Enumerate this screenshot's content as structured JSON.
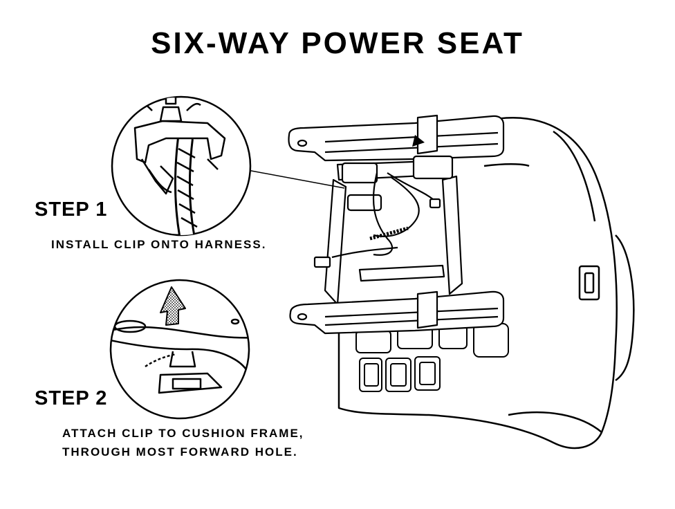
{
  "title": "SIX-WAY POWER SEAT",
  "steps": [
    {
      "heading": "STEP 1",
      "text": "INSTALL CLIP ONTO HARNESS."
    },
    {
      "heading": "STEP 2",
      "lines": [
        "ATTACH CLIP TO CUSHION FRAME,",
        "THROUGH MOST FORWARD HOLE."
      ]
    }
  ]
}
